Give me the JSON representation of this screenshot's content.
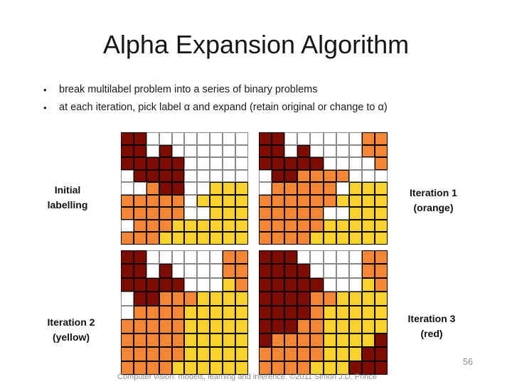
{
  "slide": {
    "title": "Alpha Expansion Algorithm",
    "bullets": [
      "break multilabel problem into a series of binary problems",
      "at each iteration, pick label α and expand (retain original or change to α)"
    ],
    "page_number": "56",
    "footer": "Computer vision: models, learning and inference.  ©2011 Simon J.D. Prince"
  },
  "labels": {
    "initial": {
      "line1": "Initial",
      "line2": "labelling"
    },
    "iter1": {
      "line1": "Iteration 1",
      "line2": "(orange)"
    },
    "iter2": {
      "line1": "Iteration 2",
      "line2": "(yellow)"
    },
    "iter3": {
      "line1": "Iteration 3",
      "line2": "(red)"
    }
  },
  "colors": {
    "dark_red": "#7D0B00",
    "orange": "#F58634",
    "yellow": "#FBD22B",
    "white": "#FFFFFF",
    "grid_line_thin": "#8A8A8A",
    "grid_line_thick": "#000000",
    "footer_gray": "#8D8D88"
  },
  "grids": {
    "color_key": {
      "w": "#FFFFFF",
      "r": "#7D0B00",
      "o": "#F58634",
      "y": "#FBD22B"
    },
    "items": [
      {
        "name": "initial-labelling",
        "rows": [
          "rrwwwwwwww",
          "rrwrwwwwww",
          "rrrrrwwwww",
          "wrrrrwwwww",
          "wworrwwyyy",
          "ooooowyyyy",
          "ooooowwyyy",
          "woooyyyyyy",
          "oooyyyyyyy"
        ]
      },
      {
        "name": "iteration-1-orange",
        "rows": [
          "rrwwwwwwoo",
          "rrwrwwwwoo",
          "rrrrrwwwwo",
          "wrroooowww",
          "wooooowyyy",
          "ooooooyyyy",
          "ooooowwyyy",
          "oooooyyyyy",
          "ooooyyyyyy"
        ]
      },
      {
        "name": "iteration-2-yellow",
        "rows": [
          "rrwwwwwwoo",
          "rrwrwwwwoo",
          "rrrrrwwwyo",
          "wrroooyyyy",
          "wooooyyyyy",
          "oooooyyyyy",
          "oooooyyyyy",
          "oooooyyyyy",
          "ooooyyyyyy"
        ]
      },
      {
        "name": "iteration-3-red",
        "rows": [
          "rrrwwwwwoo",
          "rrrrwwwwoo",
          "rrrrrwwwyo",
          "rrrrooyyyy",
          "rrrroyyyyy",
          "rrrooyyyyy",
          "rooooyyyyr",
          "oooooyyyrr",
          "ooooyyyrrr"
        ]
      }
    ]
  }
}
